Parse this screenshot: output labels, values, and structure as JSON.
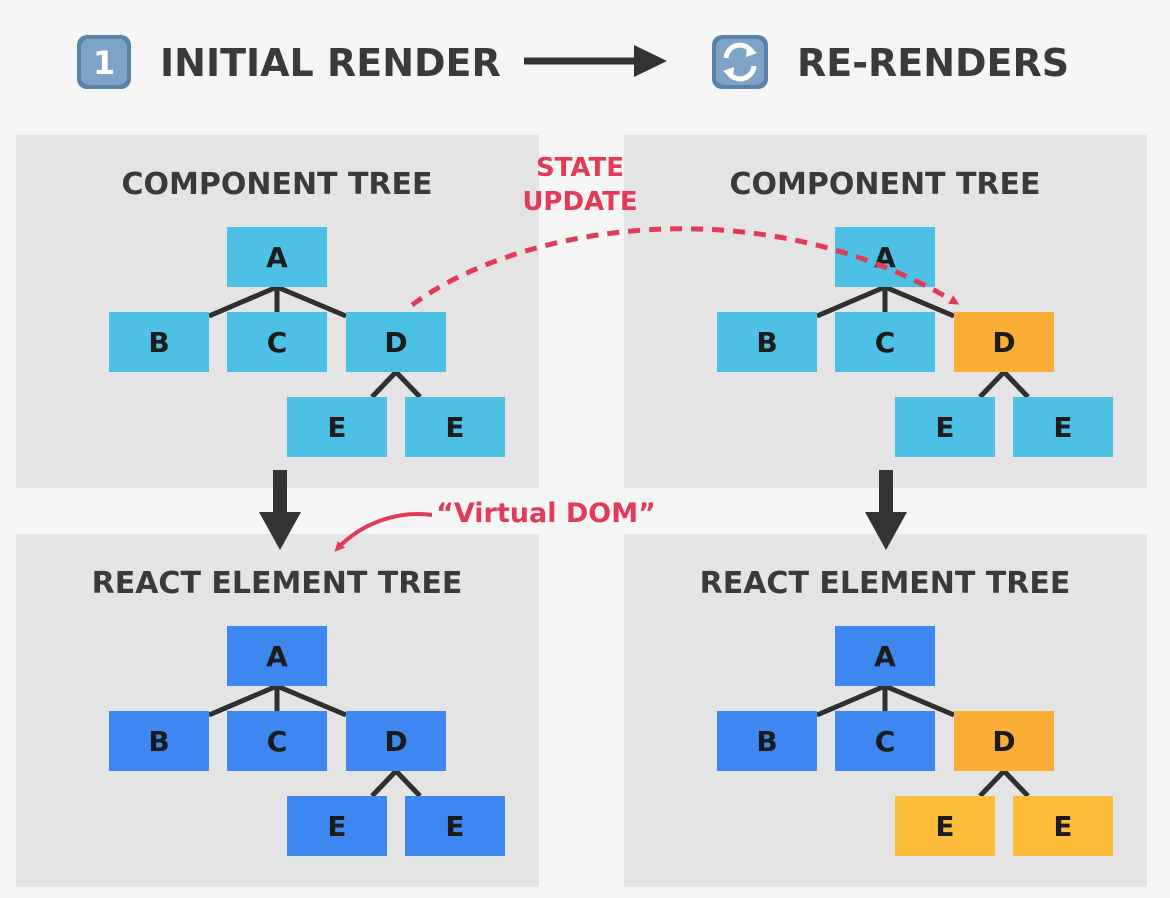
{
  "header": {
    "step1_badge": "1",
    "initial_render": "INITIAL RENDER",
    "re_renders": "RE-RENDERS"
  },
  "annotations": {
    "state_update_line1": "STATE",
    "state_update_line2": "UPDATE",
    "virtual_dom": "“Virtual DOM”"
  },
  "colors": {
    "component_node": "#4dc0e5",
    "element_node": "#3e87f0",
    "updated_component_node": "#fbae35",
    "updated_element_node": "#fdbd3a",
    "annotation": "#e23a57",
    "panel": "#e4e4e4",
    "background": "#f5f5f5"
  },
  "panels": [
    {
      "id": "left-component",
      "title": "COMPONENT TREE",
      "nodes": {
        "A": "A",
        "B": "B",
        "C": "C",
        "D": "D",
        "E1": "E",
        "E2": "E"
      }
    },
    {
      "id": "right-component",
      "title": "COMPONENT TREE",
      "nodes": {
        "A": "A",
        "B": "B",
        "C": "C",
        "D": "D",
        "E1": "E",
        "E2": "E"
      }
    },
    {
      "id": "left-element",
      "title": "REACT ELEMENT TREE",
      "nodes": {
        "A": "A",
        "B": "B",
        "C": "C",
        "D": "D",
        "E1": "E",
        "E2": "E"
      }
    },
    {
      "id": "right-element",
      "title": "REACT ELEMENT TREE",
      "nodes": {
        "A": "A",
        "B": "B",
        "C": "C",
        "D": "D",
        "E1": "E",
        "E2": "E"
      }
    }
  ]
}
